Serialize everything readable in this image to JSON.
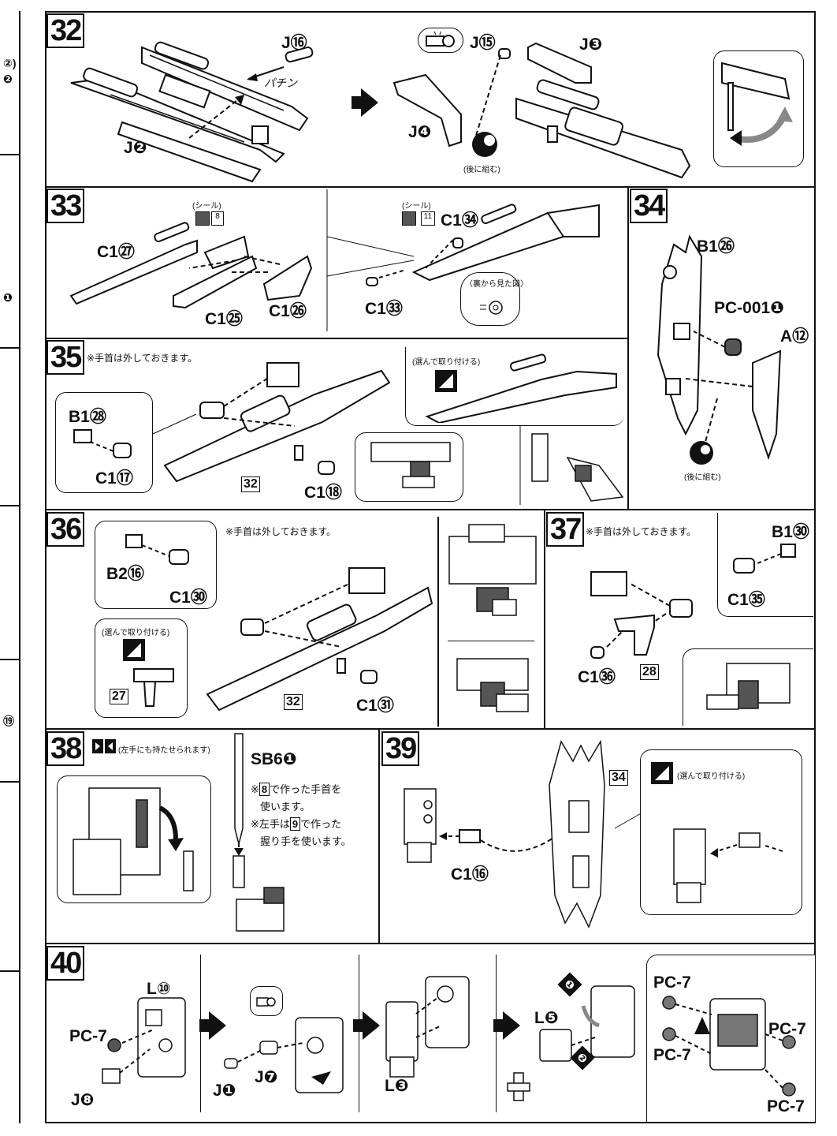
{
  "left_strip": {
    "fragments": [
      "②)",
      "❷",
      "❶",
      "⑲"
    ]
  },
  "steps": {
    "s32": {
      "num": "32",
      "labels": {
        "j16": "J⑯",
        "j2": "J❷",
        "pachin": "パチン",
        "j15": "J⑮",
        "j3": "J❸",
        "j4": "J❹",
        "later": "(後に組む)"
      }
    },
    "s33": {
      "num": "33",
      "labels": {
        "seal1": "(シール)",
        "seal1_no": "8",
        "c127": "C1㉗",
        "c125": "C1㉕",
        "c126": "C1㉖",
        "seal2": "(シール)",
        "seal2_no": "11",
        "c134": "C1㉞",
        "c133": "C1㉝",
        "backview": "〈裏から見た図〉"
      }
    },
    "s34": {
      "num": "34",
      "labels": {
        "b126": "B1㉖",
        "pc001": "PC-001❶",
        "a12": "A⑫",
        "later": "(後に組む)"
      }
    },
    "s35": {
      "num": "35",
      "labels": {
        "note": "※手首は外しておきます。",
        "b128": "B1㉘",
        "c117": "C1⑰",
        "c118": "C1⑱",
        "ref32": "32",
        "choose": "(選んで取り付ける)"
      }
    },
    "s36": {
      "num": "36",
      "labels": {
        "note": "※手首は外しておきます。",
        "b216": "B2⑯",
        "c130": "C1㉚",
        "choose": "(選んで取り付ける)",
        "ref27": "27",
        "ref32": "32",
        "c131": "C1㉛"
      }
    },
    "s37": {
      "num": "37",
      "labels": {
        "note": "※手首は外しておきます。",
        "b130": "B1㉚",
        "c135": "C1㉟",
        "c136": "C1㊱",
        "ref28": "28"
      }
    },
    "s38": {
      "num": "38",
      "labels": {
        "lefthand": "(左手にも持たせられます)",
        "sb61": "SB6❶",
        "note1a": "※",
        "note1b": "8",
        "note1c": "で作った手首を",
        "note1d": "使います。",
        "note2a": "※左手は",
        "note2b": "9",
        "note2c": "で作った",
        "note2d": "握り手を使います。"
      }
    },
    "s39": {
      "num": "39",
      "labels": {
        "ref34": "34",
        "choose": "(選んで取り付ける)",
        "c116": "C1⑯"
      }
    },
    "s40": {
      "num": "40",
      "labels": {
        "l10": "L⑩",
        "pc7a": "PC-7",
        "j8": "J❽",
        "j1": "J❶",
        "j7": "J❼",
        "l3": "L❸",
        "l5": "L❺",
        "n1": "❶",
        "n2": "❷",
        "pc7b": "PC-7",
        "pc7c": "PC-7",
        "pc7d": "PC-7",
        "pc7e": "PC-7"
      }
    }
  }
}
